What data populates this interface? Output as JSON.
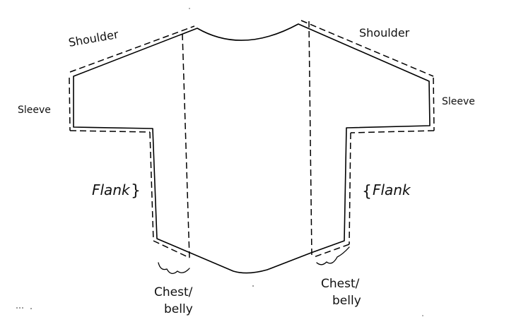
{
  "labels": {
    "shoulder_left": "Shoulder",
    "shoulder_right": "Shoulder",
    "sleeve_left": "Sleeve",
    "sleeve_right": "Sleeve",
    "flank_left": "Flank",
    "flank_right": "Flank",
    "chest_left_line1": "Chest/",
    "chest_left_line2": "belly",
    "chest_right_line1": "Chest/",
    "chest_right_line2": "belly"
  },
  "colors": {
    "ink": "#000000",
    "paper": "#ffffff"
  }
}
